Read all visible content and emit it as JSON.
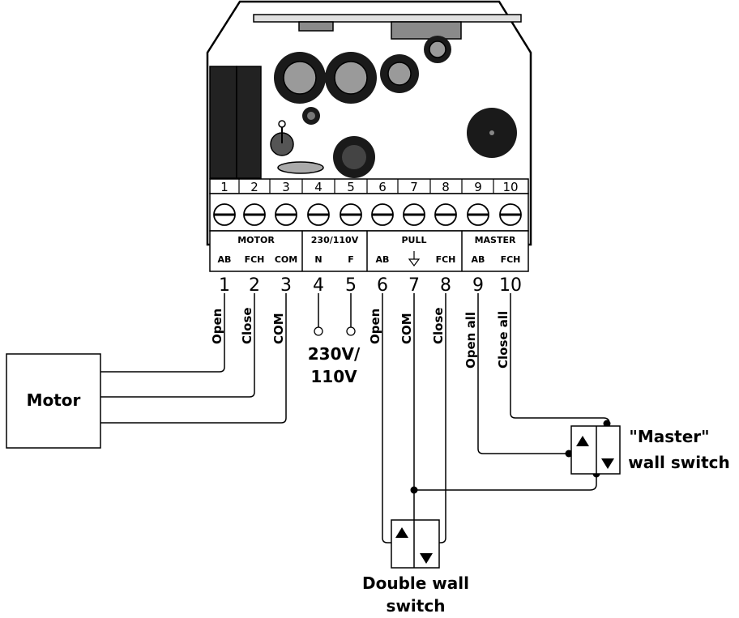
{
  "terminals": [
    "1",
    "2",
    "3",
    "4",
    "5",
    "6",
    "7",
    "8",
    "9",
    "10"
  ],
  "groups": {
    "motor": {
      "name": "MOTOR",
      "subs": [
        "AB",
        "FCH",
        "COM"
      ]
    },
    "power": {
      "name": "230/110V",
      "subs": [
        "N",
        "F"
      ]
    },
    "pull": {
      "name": "PULL",
      "subs": [
        "AB",
        "FCH"
      ]
    },
    "master": {
      "name": "MASTER",
      "subs": [
        "AB",
        "FCH"
      ]
    }
  },
  "wire_labels": [
    "Open",
    "Close",
    "COM",
    "Open",
    "COM",
    "Close",
    "Open all",
    "Close all"
  ],
  "supply_label": [
    "230V/",
    "110V"
  ],
  "motor_label": "Motor",
  "master_switch_label": [
    "\"Master\"",
    "wall switch"
  ],
  "double_switch_label": [
    "Double wall",
    "switch"
  ]
}
